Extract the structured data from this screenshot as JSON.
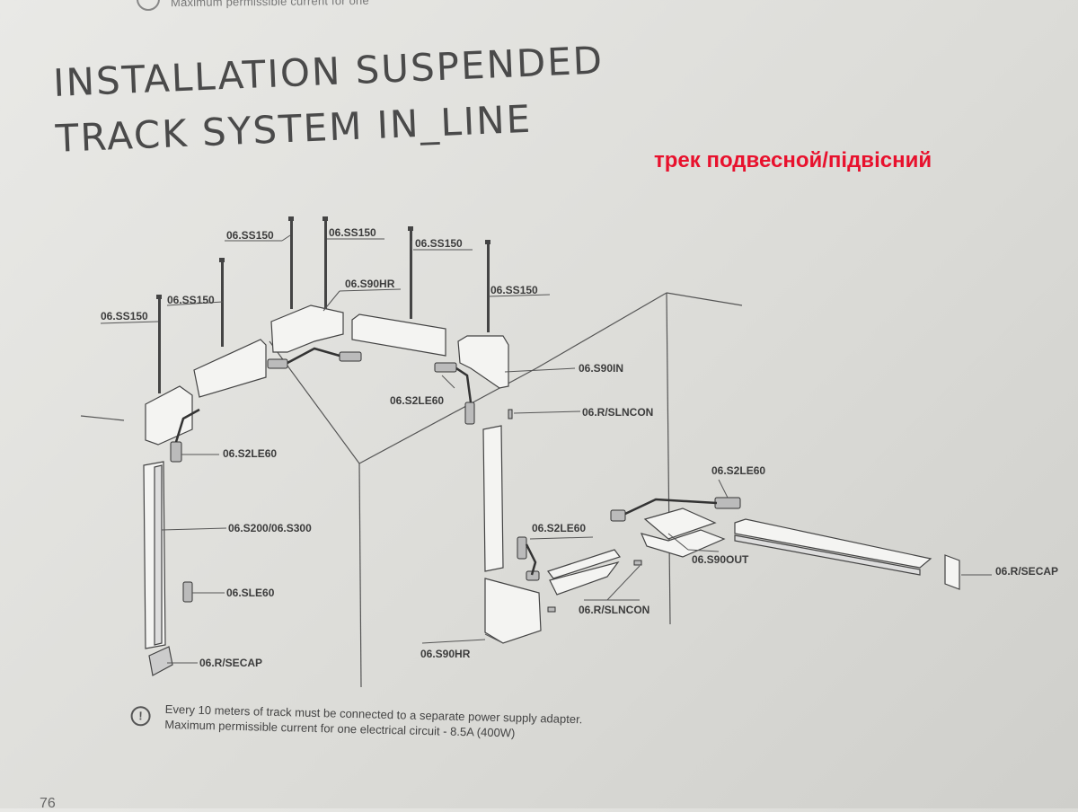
{
  "header_cut_text": "Maximum permissible current for one",
  "title": {
    "line1": "INSTALLATION SUSPENDED",
    "line2": "TRACK SYSTEM IN_LINE"
  },
  "note_red": "трек подвесной/підвісний",
  "note_color": "#e8112d",
  "diagram_labels": {
    "ss150_a": "06.SS150",
    "ss150_b": "06.SS150",
    "ss150_c": "06.SS150",
    "ss150_d": "06.SS150",
    "ss150_e": "06.SS150",
    "ss150_f": "06.SS150",
    "s90hr_top": "06.S90HR",
    "s90in": "06.S90IN",
    "s2le60_center": "06.S2LE60",
    "r_slncon_top": "06.R/SLNCON",
    "s2le60_left": "06.S2LE60",
    "s200_s300": "06.S200/06.S300",
    "sle60": "06.SLE60",
    "r_secap_left": "06.R/SECAP",
    "s2le60_right": "06.S2LE60",
    "s2le60_mid": "06.S2LE60",
    "s90out": "06.S90OUT",
    "r_slncon_bottom": "06.R/SLNCON",
    "s90hr_bottom": "06.S90HR",
    "r_secap_right": "06.R/SECAP"
  },
  "warning": {
    "icon": "exclamation-circle-icon",
    "line1": "Every 10 meters of track must be connected to a separate power supply adapter.",
    "line2": "Maximum permissible current for one electrical circuit -  8.5A (400W)"
  },
  "page_number": "76"
}
